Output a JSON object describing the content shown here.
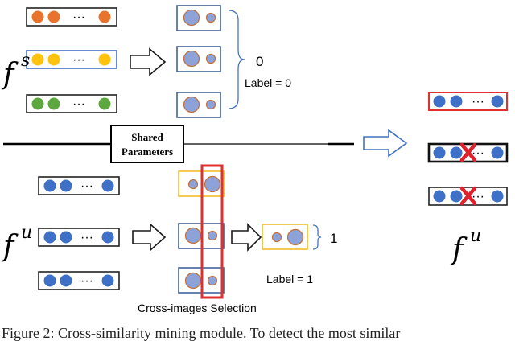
{
  "labels": {
    "fs_base": "f",
    "fs_sup": "s",
    "fu_left_base": "f",
    "fu_left_sup": "u",
    "fu_right_base": "f",
    "fu_right_sup": "u",
    "zero_value": "0",
    "label_zero": "Label = 0",
    "shared_line1": "Shared",
    "shared_line2": "Parameters",
    "one_value": "1",
    "label_one": "Label = 1",
    "cross_selection": "Cross-images Selection",
    "ellipsis": "···"
  },
  "caption": "Figure 2: Cross-similarity mining module. To detect the most similar",
  "colors": {
    "orange": "#E8732C",
    "yellow": "#FFC20E",
    "green": "#5DA83E",
    "blue": "#3E70C8",
    "lavender": "#8EA2DA",
    "small_circle_stroke": "#C0703A",
    "box_blue": "#3F6499",
    "box_yellow": "#F5C242",
    "box_red": "#E03030",
    "cross_red": "#E0202A",
    "arrow_outline": "#1a1a1a",
    "arrow_blue": "#4472C4"
  },
  "icons": {
    "hollow_arrow": "right-arrow-outline-icon",
    "cross": "x-cross-icon",
    "brace": "right-curly-brace-icon"
  }
}
